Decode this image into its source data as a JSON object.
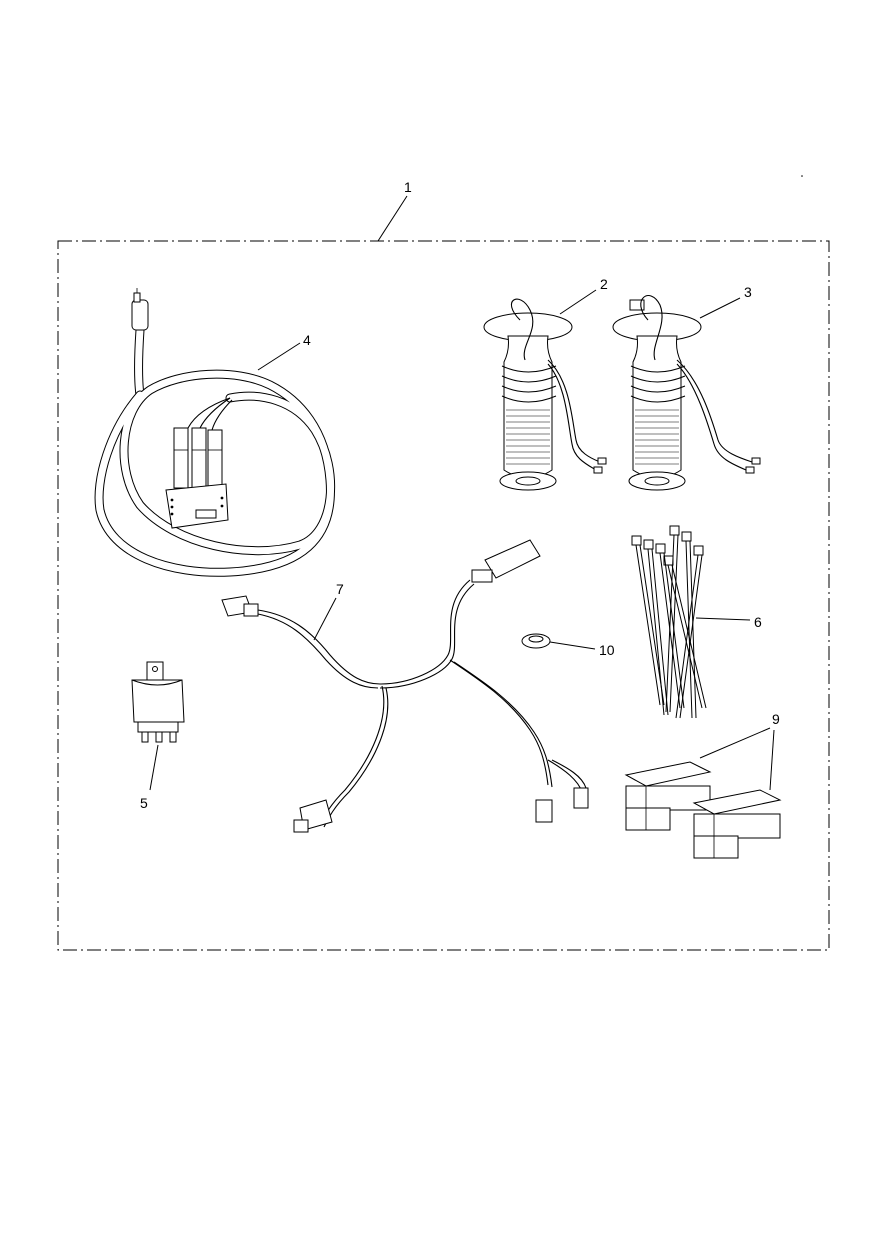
{
  "diagram": {
    "callouts": [
      {
        "id": "1",
        "text": "1"
      },
      {
        "id": "2",
        "text": "2"
      },
      {
        "id": "3",
        "text": "3"
      },
      {
        "id": "4",
        "text": "4"
      },
      {
        "id": "5",
        "text": "5"
      },
      {
        "id": "6",
        "text": "6"
      },
      {
        "id": "7",
        "text": "7"
      },
      {
        "id": "9",
        "text": "9"
      },
      {
        "id": "10",
        "text": "10"
      }
    ]
  }
}
